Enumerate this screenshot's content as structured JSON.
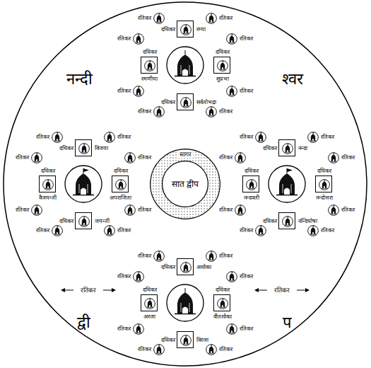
{
  "diagram": {
    "nodes": [
      {
        "text": [
          "नन्दी",
          "श्वर",
          "द्वी",
          "प"
        ]
      },
      {
        "text": [
          "रम्या"
        ],
        "in": 0
      },
      {
        "text": [
          "दधिकर"
        ],
        "in": 1
      },
      {
        "text": [
          "रतिकर"
        ],
        "in": 0
      },
      {
        "text": [
          "रतिकर"
        ],
        "in": 0
      },
      {
        "text": [
          "रमणीया"
        ],
        "in": 0
      },
      {
        "text": [
          "दधिकर"
        ],
        "in": 5
      },
      {
        "text": [
          "रतिकर"
        ],
        "in": 0
      },
      {
        "text": [
          "रतिकर"
        ],
        "in": 0
      },
      {
        "text": [
          "सुप्रभा"
        ],
        "in": 0
      },
      {
        "text": [
          "दधिकर"
        ],
        "in": 9
      },
      {
        "text": [
          "रतिकर"
        ],
        "in": 0
      },
      {
        "text": [
          "रतिकर"
        ],
        "in": 0
      },
      {
        "text": [
          "सर्वतोभद्रा"
        ],
        "in": 0
      },
      {
        "text": [
          "दधिकर"
        ],
        "in": 13
      },
      {
        "text": [
          "रतिकर"
        ],
        "in": 0
      },
      {
        "text": [
          "रतिकर"
        ],
        "in": 0
      },
      {
        "text": [
          "विजया"
        ],
        "in": 0
      },
      {
        "text": [
          "दधिकर"
        ],
        "in": 17
      },
      {
        "text": [
          "रतिकर"
        ],
        "in": 0
      },
      {
        "text": [
          "रतिकर"
        ],
        "in": 0
      },
      {
        "text": [
          "वैजयन्ती"
        ],
        "in": 0
      },
      {
        "text": [
          "दधिकर"
        ],
        "in": 21
      },
      {
        "text": [
          "रतिकर"
        ],
        "in": 0
      },
      {
        "text": [
          "रतिकर"
        ],
        "in": 0
      },
      {
        "text": [
          "अपराजिता"
        ],
        "in": 0
      },
      {
        "text": [
          "दधिकर"
        ],
        "in": 25
      },
      {
        "text": [
          "रतिकर"
        ],
        "in": 0
      },
      {
        "text": [
          "रतिकर"
        ],
        "in": 0
      },
      {
        "text": [
          "जयन्ती"
        ],
        "in": 0
      },
      {
        "text": [
          "दधिकर"
        ],
        "in": 29
      },
      {
        "text": [
          "रतिकर"
        ],
        "in": 0
      },
      {
        "text": [
          "रतिकर"
        ],
        "in": 0
      },
      {
        "text": [
          "सागर"
        ],
        "in": 0
      },
      {
        "text": [
          "सात द्वीप"
        ],
        "in": 33
      },
      {
        "text": [
          "नन्दा"
        ],
        "in": 0
      },
      {
        "text": [
          "दधिकर"
        ],
        "in": 35
      },
      {
        "text": [
          "रतिकर"
        ],
        "in": 0
      },
      {
        "text": [
          "रतिकर"
        ],
        "in": 0
      },
      {
        "text": [
          "नन्दवती"
        ],
        "in": 0
      },
      {
        "text": [
          "दधिकर"
        ],
        "in": 39
      },
      {
        "text": [
          "रतिकर"
        ],
        "in": 0
      },
      {
        "text": [
          "रतिकर"
        ],
        "in": 0
      },
      {
        "text": [
          "नन्दोत्तरा"
        ],
        "in": 0
      },
      {
        "text": [
          "दधिकर"
        ],
        "in": 43
      },
      {
        "text": [
          "रतिकर"
        ],
        "in": 0
      },
      {
        "text": [
          "रतिकर"
        ],
        "in": 0
      },
      {
        "text": [
          "नन्दिघोषा"
        ],
        "in": 0
      },
      {
        "text": [
          "दधिकर"
        ],
        "in": 47
      },
      {
        "text": [
          "रतिकर"
        ],
        "in": 0
      },
      {
        "text": [
          "रतिकर"
        ],
        "in": 0
      },
      {
        "text": [
          "अशोका"
        ],
        "in": 0
      },
      {
        "text": [
          "दधिकर"
        ],
        "in": 51
      },
      {
        "text": [
          "रतिकर"
        ],
        "in": 0
      },
      {
        "text": [
          "रतिकर"
        ],
        "in": 0
      },
      {
        "text": [
          "अरजा"
        ],
        "in": 0
      },
      {
        "text": [
          "दधिकर"
        ],
        "in": 55
      },
      {
        "text": [
          "रतिकर"
        ],
        "in": 0
      },
      {
        "text": [
          "रतिकर"
        ],
        "in": 0
      },
      {
        "text": [
          "वीतशोका"
        ],
        "in": 0
      },
      {
        "text": [
          "दधिकर"
        ],
        "in": 59
      },
      {
        "text": [
          "रतिकर"
        ],
        "in": 0
      },
      {
        "text": [
          "रतिकर"
        ],
        "in": 0
      },
      {
        "text": [
          "विरजा"
        ],
        "in": 0
      },
      {
        "text": [
          "दधिकर"
        ],
        "in": 63
      },
      {
        "text": [
          "रतिकर"
        ],
        "in": 0
      },
      {
        "text": [
          "रतिकर"
        ],
        "in": 0
      }
    ],
    "labels": [
      "रतिकर",
      "रतिकर"
    ]
  }
}
